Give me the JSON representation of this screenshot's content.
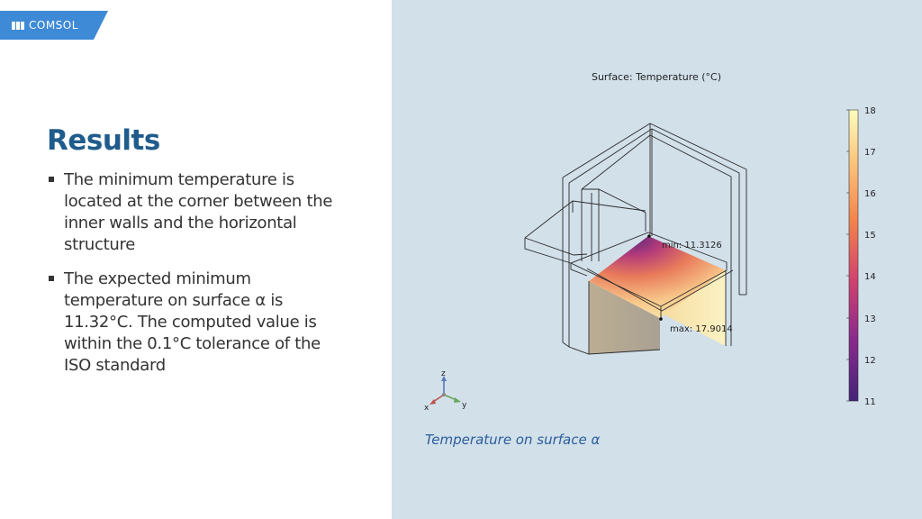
{
  "header": {
    "logo_text": "COMSOL",
    "brand_color": "#3e8ad6"
  },
  "slide": {
    "title": "Results",
    "bullets": [
      "The minimum temperature is located at the corner between the inner walls and the horizontal structure",
      "The expected minimum temperature on surface α is 11.32°C. The computed value is within the 0.1°C tolerance of the ISO standard"
    ]
  },
  "figure": {
    "plot_title": "Surface: Temperature (°C)",
    "min_label": "min: 11.3126",
    "max_label": "max: 17.9014",
    "colorbar": {
      "ticks": [
        "18",
        "17",
        "16",
        "15",
        "14",
        "13",
        "12",
        "11"
      ],
      "min": 11,
      "max": 18
    },
    "axes": {
      "z": "z",
      "x": "x",
      "y": "y"
    },
    "caption": "Temperature on surface α"
  }
}
